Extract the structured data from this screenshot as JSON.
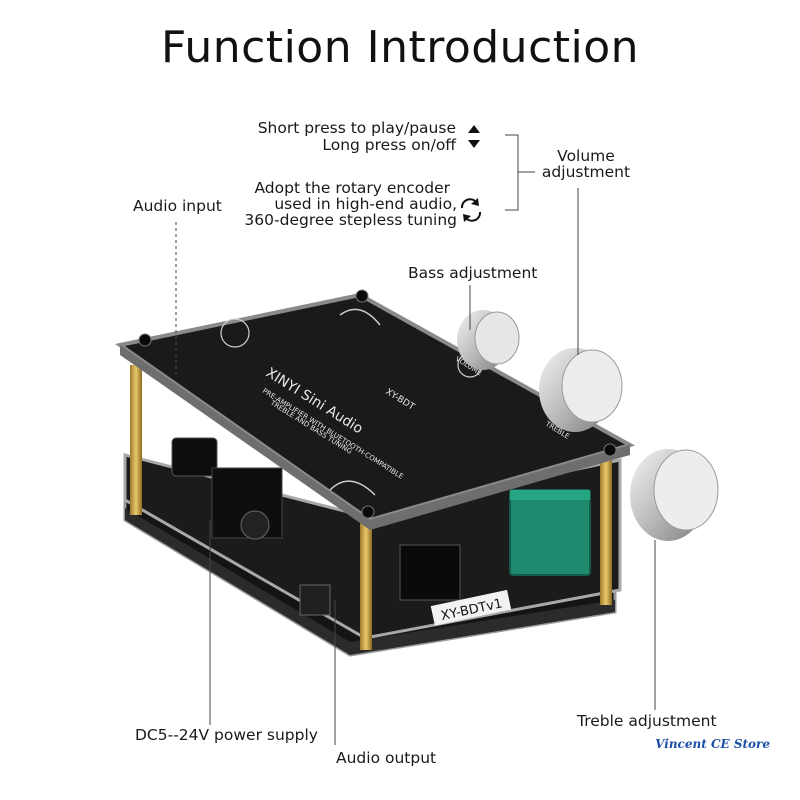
{
  "title": "Function Introduction",
  "labels": {
    "play_pause": "Short press to play/pause",
    "on_off": "Long press on/off",
    "encoder_line1": "Adopt the rotary encoder",
    "encoder_line2": "used in high-end audio,",
    "encoder_line3": "360-degree stepless tuning",
    "volume_line1": "Volume",
    "volume_line2": "adjustment",
    "audio_input": "Audio input",
    "bass": "Bass adjustment",
    "power": "DC5--24V power supply",
    "audio_output": "Audio output",
    "treble": "Treble adjustment"
  },
  "board": {
    "brand": "XINYI Sini Audio",
    "line1": "PRE-AMPLIFIER WITH BLUETOOTH-COMPATIBLE",
    "line2": "TREBLE AND BASS TUNING",
    "model": "XY-BDT",
    "pcb_model": "XY-BDTv1",
    "knob_volume": "VOLUME",
    "knob_treble": "TREBLE"
  },
  "store": "Vincent CE Store",
  "colors": {
    "pcb": "#1a1a1a",
    "pcb_edge": "#8a8a8a",
    "standoff": "#c9a24a",
    "knob": "#d8d8d8",
    "capacitor": "#1f8a6e"
  },
  "icons": [
    "arrow-up-icon",
    "arrow-down-icon",
    "rotate-icon"
  ]
}
